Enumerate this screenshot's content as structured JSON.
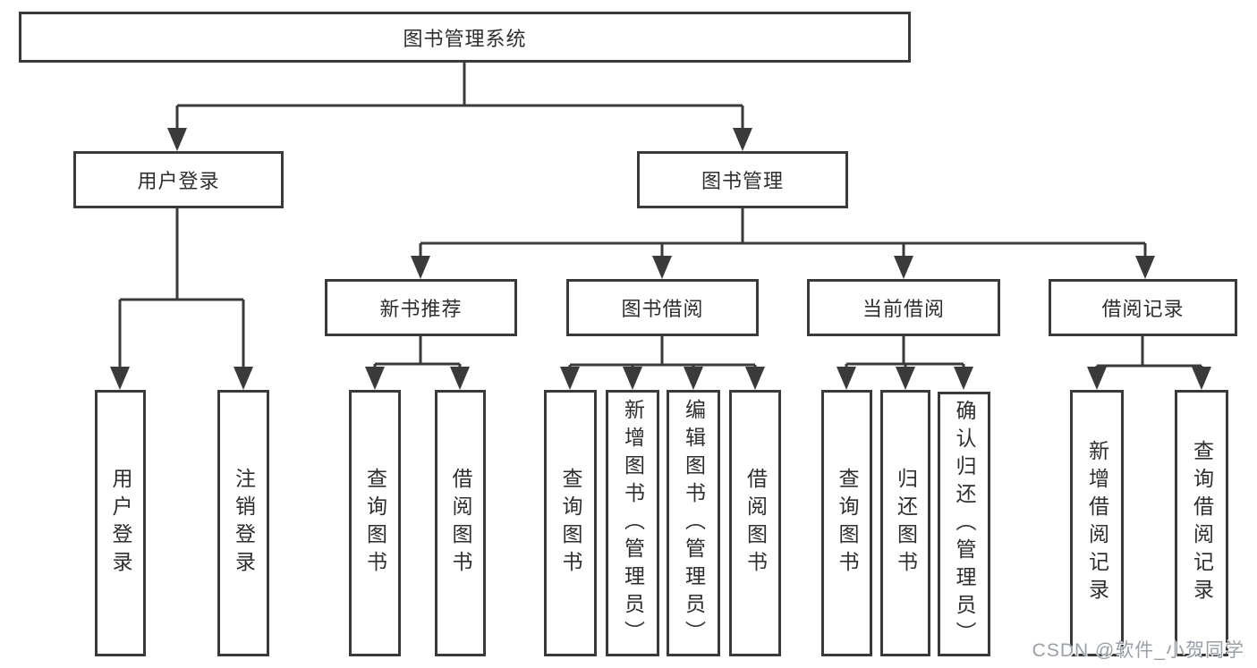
{
  "diagram": {
    "root": {
      "label": "图书管理系统"
    },
    "branches": [
      {
        "label": "用户登录",
        "children": [
          {
            "label": "用户登录"
          },
          {
            "label": "注销登录"
          }
        ]
      },
      {
        "label": "图书管理",
        "children": [
          {
            "label": "新书推荐",
            "children": [
              {
                "label": "查询图书"
              },
              {
                "label": "借阅图书"
              }
            ]
          },
          {
            "label": "图书借阅",
            "children": [
              {
                "label": "查询图书"
              },
              {
                "label": "新增图书（管理员）"
              },
              {
                "label": "编辑图书（管理员）"
              },
              {
                "label": "借阅图书"
              }
            ]
          },
          {
            "label": "当前借阅",
            "children": [
              {
                "label": "查询图书"
              },
              {
                "label": "归还图书"
              },
              {
                "label": "确认归还（管理员）"
              }
            ]
          },
          {
            "label": "借阅记录",
            "children": [
              {
                "label": "新增借阅记录"
              },
              {
                "label": "查询借阅记录"
              }
            ]
          }
        ]
      }
    ]
  },
  "watermark": "CSDN @软件_小贺同学",
  "colors": {
    "line": "#3a3a3a",
    "text": "#2e2e2e",
    "background": "#ffffff",
    "watermark": "#9aa0a6"
  }
}
